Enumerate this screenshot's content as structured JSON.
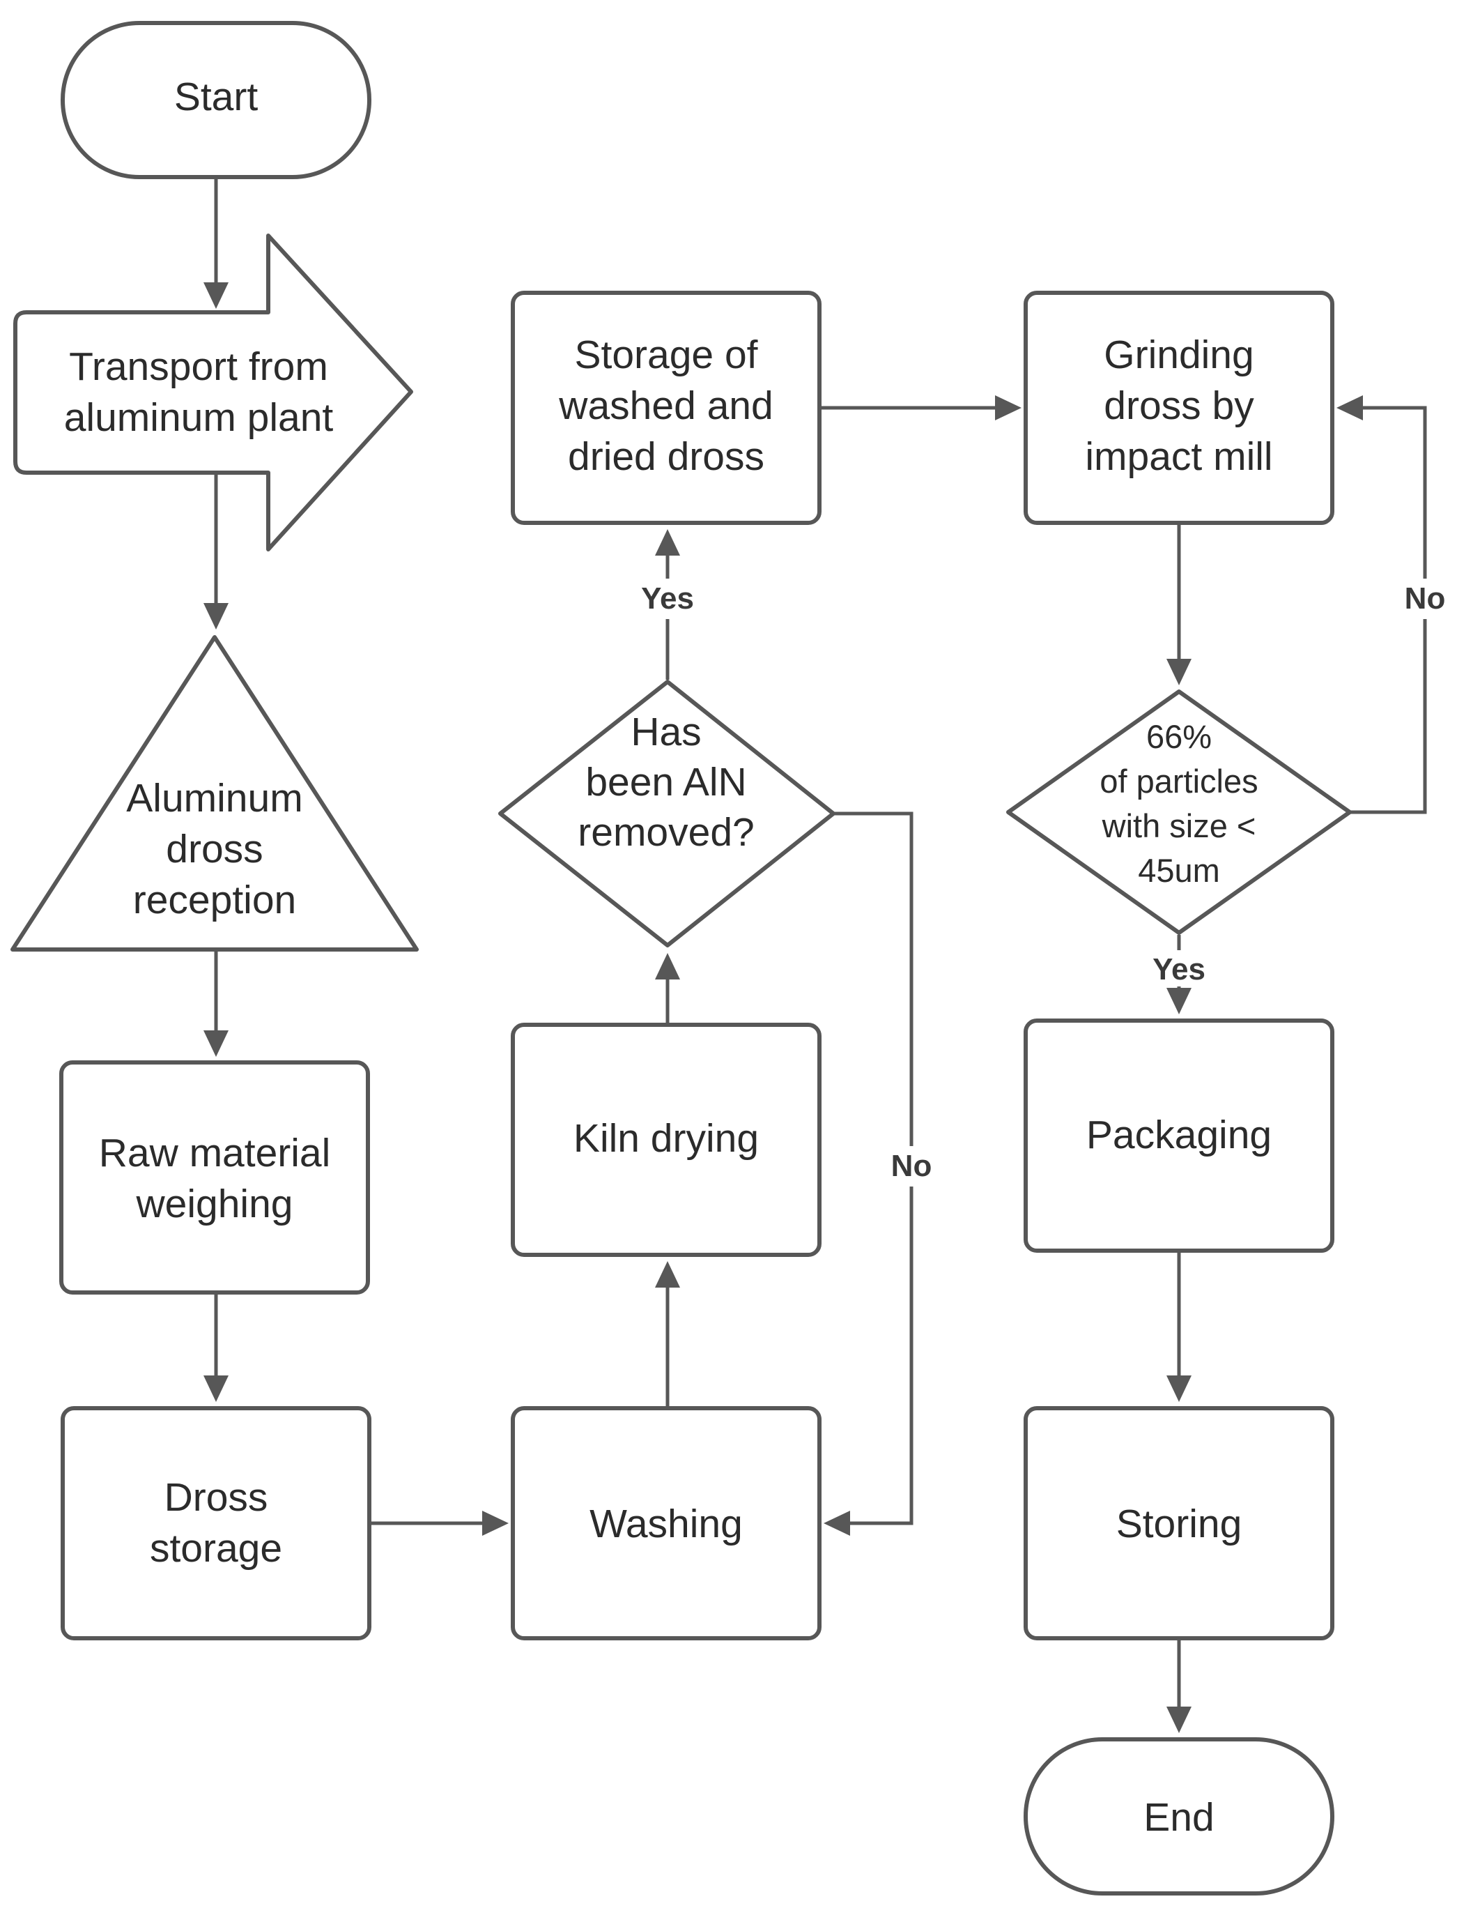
{
  "nodes": {
    "start": {
      "lines": [
        "Start"
      ]
    },
    "transport": {
      "lines": [
        "Transport from",
        "aluminum plant"
      ]
    },
    "reception": {
      "lines": [
        "Aluminum",
        "dross",
        "reception"
      ]
    },
    "weighing": {
      "lines": [
        "Raw material",
        "weighing"
      ]
    },
    "dross_storage": {
      "lines": [
        "Dross",
        "storage"
      ]
    },
    "washing": {
      "lines": [
        "Washing"
      ]
    },
    "kiln": {
      "lines": [
        "Kiln drying"
      ]
    },
    "aln_check": {
      "lines": [
        "Has",
        "been AlN",
        "removed?"
      ]
    },
    "storage_washed": {
      "lines": [
        "Storage of",
        "washed and",
        "dried dross"
      ]
    },
    "grinding": {
      "lines": [
        "Grinding",
        "dross by",
        "impact mill"
      ]
    },
    "particle_check": {
      "lines": [
        "66%",
        "of particles",
        "with size <",
        "45um"
      ]
    },
    "packaging": {
      "lines": [
        "Packaging"
      ]
    },
    "storing": {
      "lines": [
        "Storing"
      ]
    },
    "end": {
      "lines": [
        "End"
      ]
    }
  },
  "edge_labels": {
    "aln_yes": "Yes",
    "aln_no": "No",
    "particle_no": "No",
    "particle_yes": "Yes"
  }
}
